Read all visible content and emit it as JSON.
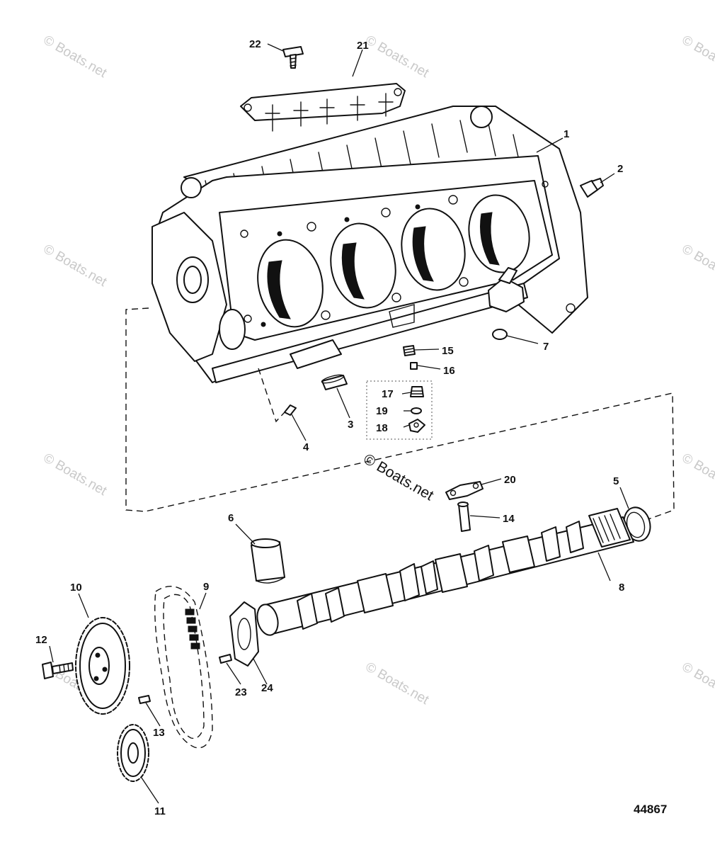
{
  "diagram": {
    "document_number": "44867",
    "watermark_text": "© Boats.net",
    "colors": {
      "line": "#111111",
      "watermark": "#c9c9c9",
      "background": "#ffffff"
    },
    "callouts": [
      "1",
      "2",
      "3",
      "4",
      "5",
      "6",
      "7",
      "8",
      "9",
      "10",
      "11",
      "12",
      "13",
      "14",
      "15",
      "16",
      "17",
      "18",
      "19",
      "20",
      "21",
      "22",
      "23",
      "24"
    ]
  }
}
